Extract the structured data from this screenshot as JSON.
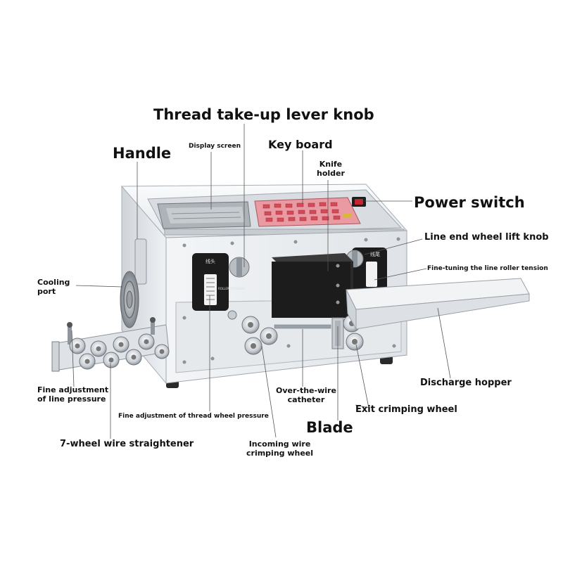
{
  "labels": {
    "thread_lever_knob": "Thread take-up lever knob",
    "handle": "Handle",
    "display_screen": "Display screen",
    "key_board": "Key board",
    "knife_holder": "Knife\nholder",
    "power_switch": "Power switch",
    "line_end_wheel_lift_knob": "Line end wheel lift knob",
    "fine_tuning_roller": "Fine-tuning the line roller tension",
    "cooling_port": "Cooling\nport",
    "fine_adjust_line_pressure": "Fine adjustment\nof line pressure",
    "discharge_hopper": "Discharge hopper",
    "over_wire_catheter": "Over-the-wire\ncatheter",
    "fine_adjust_thread_wheel": "Fine adjustment of thread wheel pressure",
    "exit_crimping_wheel": "Exit crimping wheel",
    "blade": "Blade",
    "seven_wheel_straightener": "7-wheel wire straightener",
    "incoming_crimping_wheel": "Incoming wire\ncrimping wheel"
  },
  "machine": {
    "left_knob_label": "线头",
    "right_knob_label": "线尾",
    "roller_pressure_text": "ROLLER PRESSURE"
  },
  "colors": {
    "body": "#e9ecef",
    "panel_red": "#e88c96",
    "display_gray": "#a9aeb4",
    "blade_block": "#1c1c1c",
    "hopper": "#eef0f2"
  }
}
